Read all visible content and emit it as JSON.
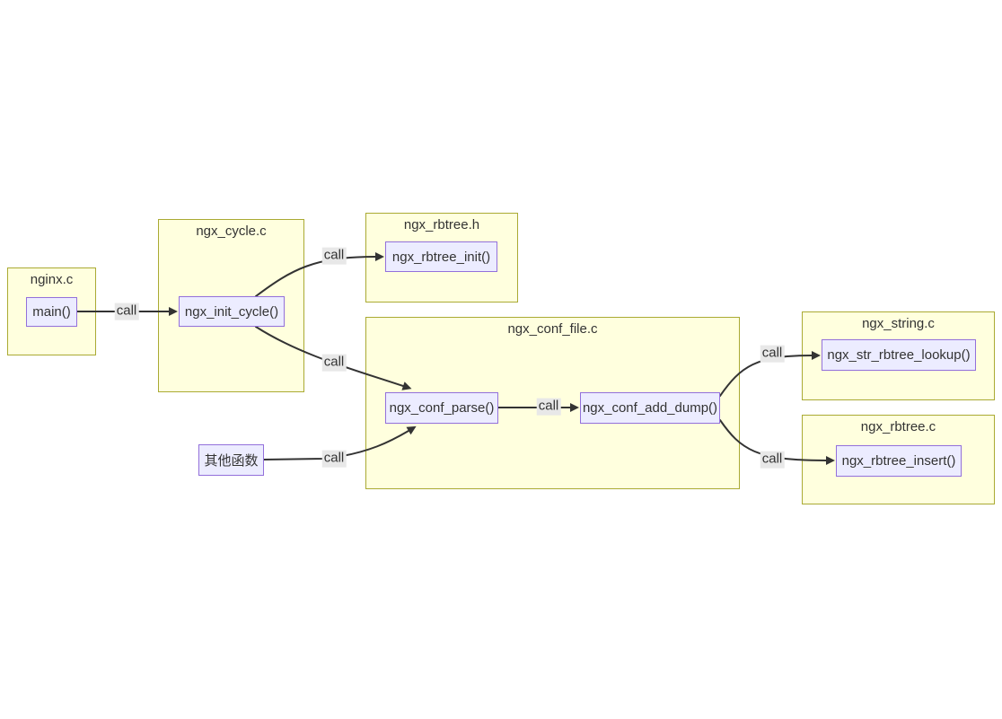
{
  "diagram": {
    "type": "flowchart-call-graph",
    "colors": {
      "cluster_fill": "#ffffde",
      "cluster_border": "#aaaa33",
      "node_fill": "#ececff",
      "node_border": "#9370db",
      "edge_stroke": "#333333",
      "edge_label_bg": "#e8e8e8",
      "text": "#333333"
    },
    "clusters": [
      {
        "title": "nginx.c"
      },
      {
        "title": "ngx_cycle.c"
      },
      {
        "title": "ngx_rbtree.h"
      },
      {
        "title": "ngx_conf_file.c"
      },
      {
        "title": "ngx_string.c"
      },
      {
        "title": "ngx_rbtree.c"
      }
    ],
    "nodes": [
      {
        "label": "main()",
        "cluster": "nginx.c"
      },
      {
        "label": "ngx_init_cycle()",
        "cluster": "ngx_cycle.c"
      },
      {
        "label": "ngx_rbtree_init()",
        "cluster": "ngx_rbtree.h"
      },
      {
        "label": "ngx_conf_parse()",
        "cluster": "ngx_conf_file.c"
      },
      {
        "label": "ngx_conf_add_dump()",
        "cluster": "ngx_conf_file.c"
      },
      {
        "label": "ngx_str_rbtree_lookup()",
        "cluster": "ngx_string.c"
      },
      {
        "label": "ngx_rbtree_insert()",
        "cluster": "ngx_rbtree.c"
      },
      {
        "label": "其他函数",
        "cluster": ""
      }
    ],
    "edges": [
      {
        "from": "main()",
        "to": "ngx_init_cycle()",
        "label": "call"
      },
      {
        "from": "ngx_init_cycle()",
        "to": "ngx_rbtree_init()",
        "label": "call"
      },
      {
        "from": "ngx_init_cycle()",
        "to": "ngx_conf_parse()",
        "label": "call"
      },
      {
        "from": "其他函数",
        "to": "ngx_conf_parse()",
        "label": "call"
      },
      {
        "from": "ngx_conf_parse()",
        "to": "ngx_conf_add_dump()",
        "label": "call"
      },
      {
        "from": "ngx_conf_add_dump()",
        "to": "ngx_str_rbtree_lookup()",
        "label": "call"
      },
      {
        "from": "ngx_conf_add_dump()",
        "to": "ngx_rbtree_insert()",
        "label": "call"
      }
    ]
  }
}
